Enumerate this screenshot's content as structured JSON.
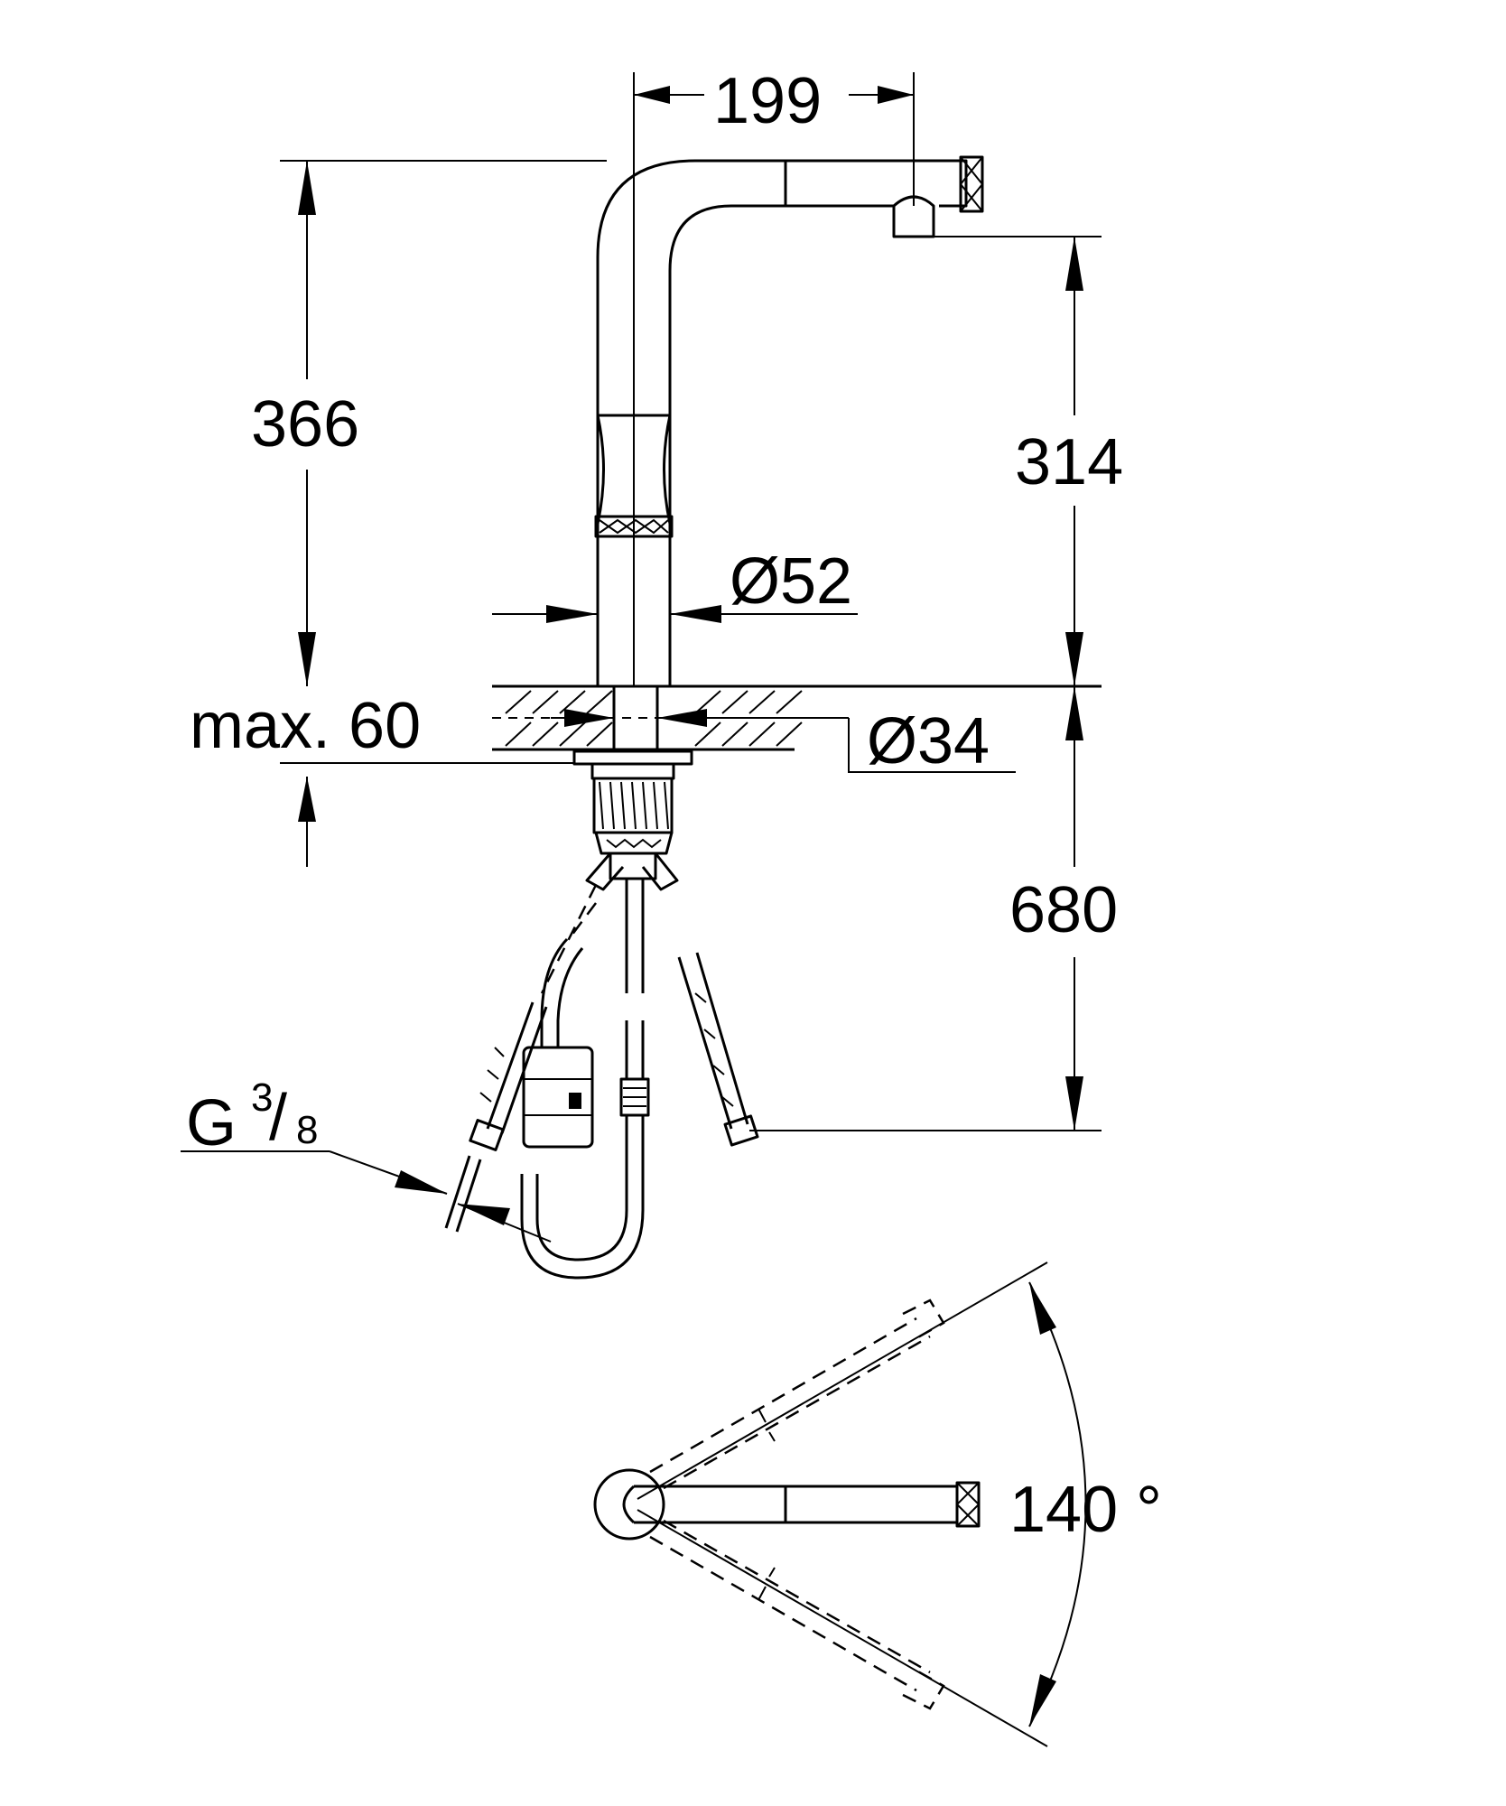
{
  "dimensions": {
    "width_top": "199",
    "height_total": "366",
    "spout_height": "314",
    "diameter_body": "Ø52",
    "max_thickness": "max. 60",
    "diameter_hole": "Ø34",
    "hose_length": "680",
    "thread_letter": "G",
    "thread_num": "3",
    "thread_den": "8",
    "swivel_angle": "140 °"
  }
}
